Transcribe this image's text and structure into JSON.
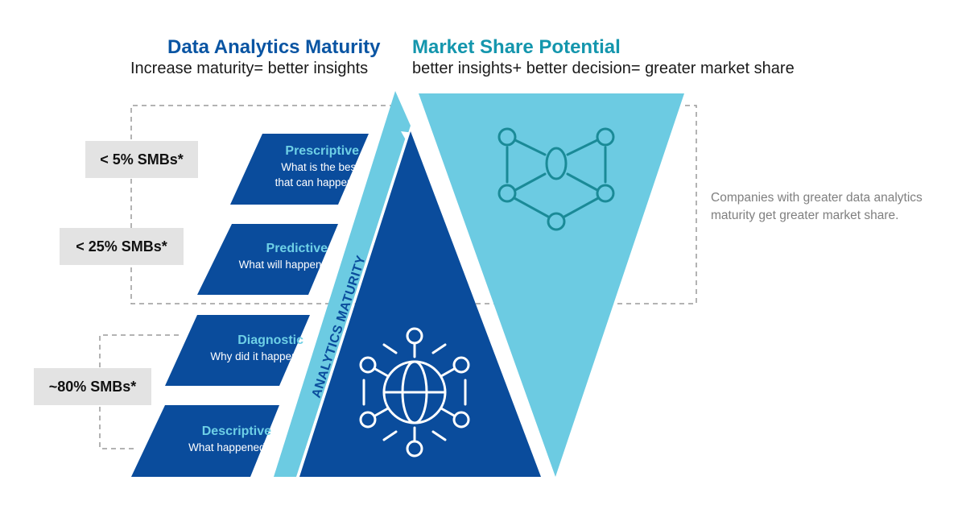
{
  "header": {
    "left_title": "Data Analytics Maturity",
    "left_subtitle": "Increase maturity= better insights",
    "right_title": "Market Share Potential",
    "right_subtitle": "better insights+ better decision= greater market share"
  },
  "smb_labels": {
    "prescriptive": "< 5% SMBs*",
    "predictive": "< 25% SMBs*",
    "diagnostic_descriptive": "~80% SMBs*"
  },
  "levels": [
    {
      "title": "Prescriptive",
      "description_line1": "What is the best",
      "description_line2": "that can happen?"
    },
    {
      "title": "Predictive",
      "description_line1": "What will happen?"
    },
    {
      "title": "Diagnostic",
      "description_line1": "Why did it happen?"
    },
    {
      "title": "Descriptive",
      "description_line1": "What happened?"
    }
  ],
  "arrow_label": "ANALYTICS MATURITY",
  "note": "Companies with greater data analytics maturity get greater market share.",
  "icons": {
    "pyramid_icon": "globe-network-icon",
    "funnel_icon": "network-nodes-icon"
  },
  "colors": {
    "dark_blue": "#0a4c9c",
    "light_cyan": "#6ccbe2",
    "level_title": "#6ed0e6",
    "title_blue": "#0a55a3",
    "title_teal": "#1496ad",
    "icon_teal": "#1a8a97",
    "smb_box": "#e3e3e3",
    "note_gray": "#7f7f7f"
  }
}
